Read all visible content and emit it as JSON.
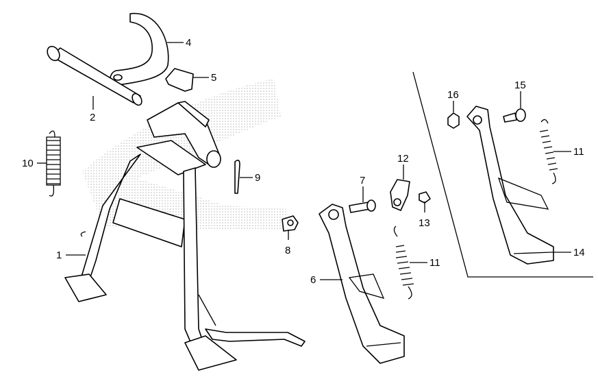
{
  "diagram": {
    "colors": {
      "line": "#000000",
      "watermark": "#bdbdbd",
      "background": "#ffffff"
    },
    "callouts": [
      {
        "id": "1",
        "label": "1"
      },
      {
        "id": "2",
        "label": "2"
      },
      {
        "id": "4",
        "label": "4"
      },
      {
        "id": "5",
        "label": "5"
      },
      {
        "id": "6",
        "label": "6"
      },
      {
        "id": "7",
        "label": "7"
      },
      {
        "id": "8",
        "label": "8"
      },
      {
        "id": "9",
        "label": "9"
      },
      {
        "id": "10",
        "label": "10"
      },
      {
        "id": "11a",
        "label": "11"
      },
      {
        "id": "11b",
        "label": "11"
      },
      {
        "id": "12",
        "label": "12"
      },
      {
        "id": "13",
        "label": "13"
      },
      {
        "id": "14",
        "label": "14"
      },
      {
        "id": "15",
        "label": "15"
      },
      {
        "id": "16",
        "label": "16"
      }
    ]
  }
}
